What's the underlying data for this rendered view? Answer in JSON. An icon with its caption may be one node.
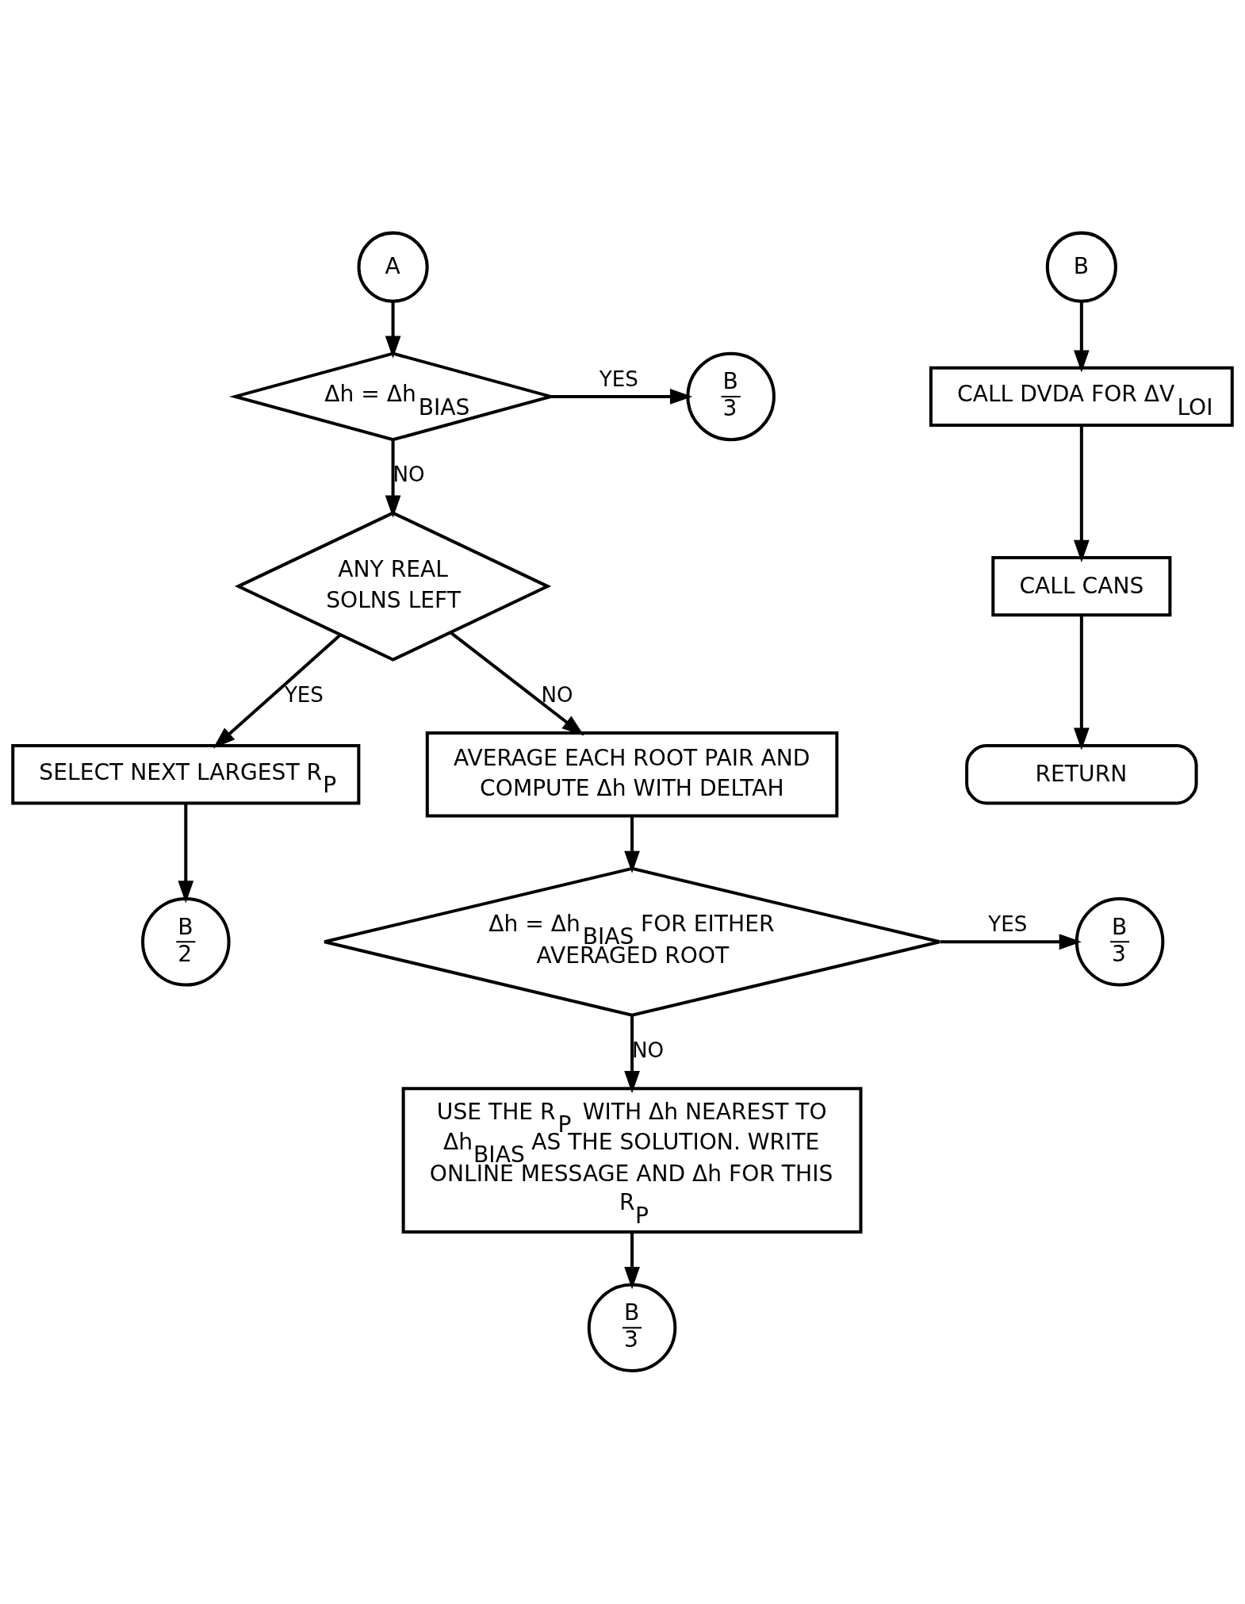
{
  "diagram": {
    "nodes": [
      {
        "text": [
          "A"
        ]
      },
      {
        "text": [
          "Δh = Δh$_{BIAS}$"
        ]
      },
      {
        "text": [
          "B",
          "3"
        ]
      },
      {
        "text": [
          "ANY REAL SOLNS LEFT"
        ]
      },
      {
        "text": [
          "SELECT NEXT LARGEST R$_{P}$"
        ]
      },
      {
        "text": [
          "B",
          "2"
        ]
      },
      {
        "text": [
          "AVERAGE EACH ROOT PAIR AND COMPUTE Δh WITH DELTAH"
        ]
      },
      {
        "text": [
          "Δh = Δh$_{BIAS}$ FOR EITHER AVERAGED ROOT"
        ]
      },
      {
        "text": [
          "B",
          "3"
        ]
      },
      {
        "text": [
          "USE THE R$_{P}$ WITH Δh NEAREST TO Δh$_{BIAS}$ AS THE SOLUTION. WRITE ONLINE MESSAGE AND Δh FOR THIS R$_{P}$"
        ]
      },
      {
        "text": [
          "B",
          "3"
        ]
      },
      {
        "text": [
          "B"
        ]
      },
      {
        "text": [
          "CALL DVDA FOR ΔV$_{LOI}$"
        ]
      },
      {
        "text": [
          "CALL CANS"
        ]
      },
      {
        "text": [
          "RETURN"
        ]
      }
    ],
    "edges": [
      {
        "from": 0,
        "to": 1,
        "arrow": "to"
      },
      {
        "from": 1,
        "to": 2,
        "arrow": "to",
        "label": "YES"
      },
      {
        "from": 1,
        "to": 3,
        "arrow": "to",
        "label": "NO"
      },
      {
        "from": 3,
        "to": 6,
        "arrow": "to",
        "label": "NO"
      },
      {
        "from": 3,
        "to": 4,
        "arrow": "to",
        "label": "YES"
      },
      {
        "from": 4,
        "to": 5,
        "arrow": "to"
      },
      {
        "from": 6,
        "to": 7,
        "arrow": "to"
      },
      {
        "from": 7,
        "to": 8,
        "arrow": "to",
        "label": "YES"
      },
      {
        "from": 7,
        "to": 9,
        "arrow": "to",
        "label": "NO"
      },
      {
        "from": 9,
        "to": 10,
        "arrow": "to"
      },
      {
        "from": 11,
        "to": 12,
        "arrow": "to"
      },
      {
        "from": 12,
        "to": 13,
        "arrow": "to"
      },
      {
        "from": 13,
        "to": 14,
        "arrow": "to"
      }
    ]
  }
}
